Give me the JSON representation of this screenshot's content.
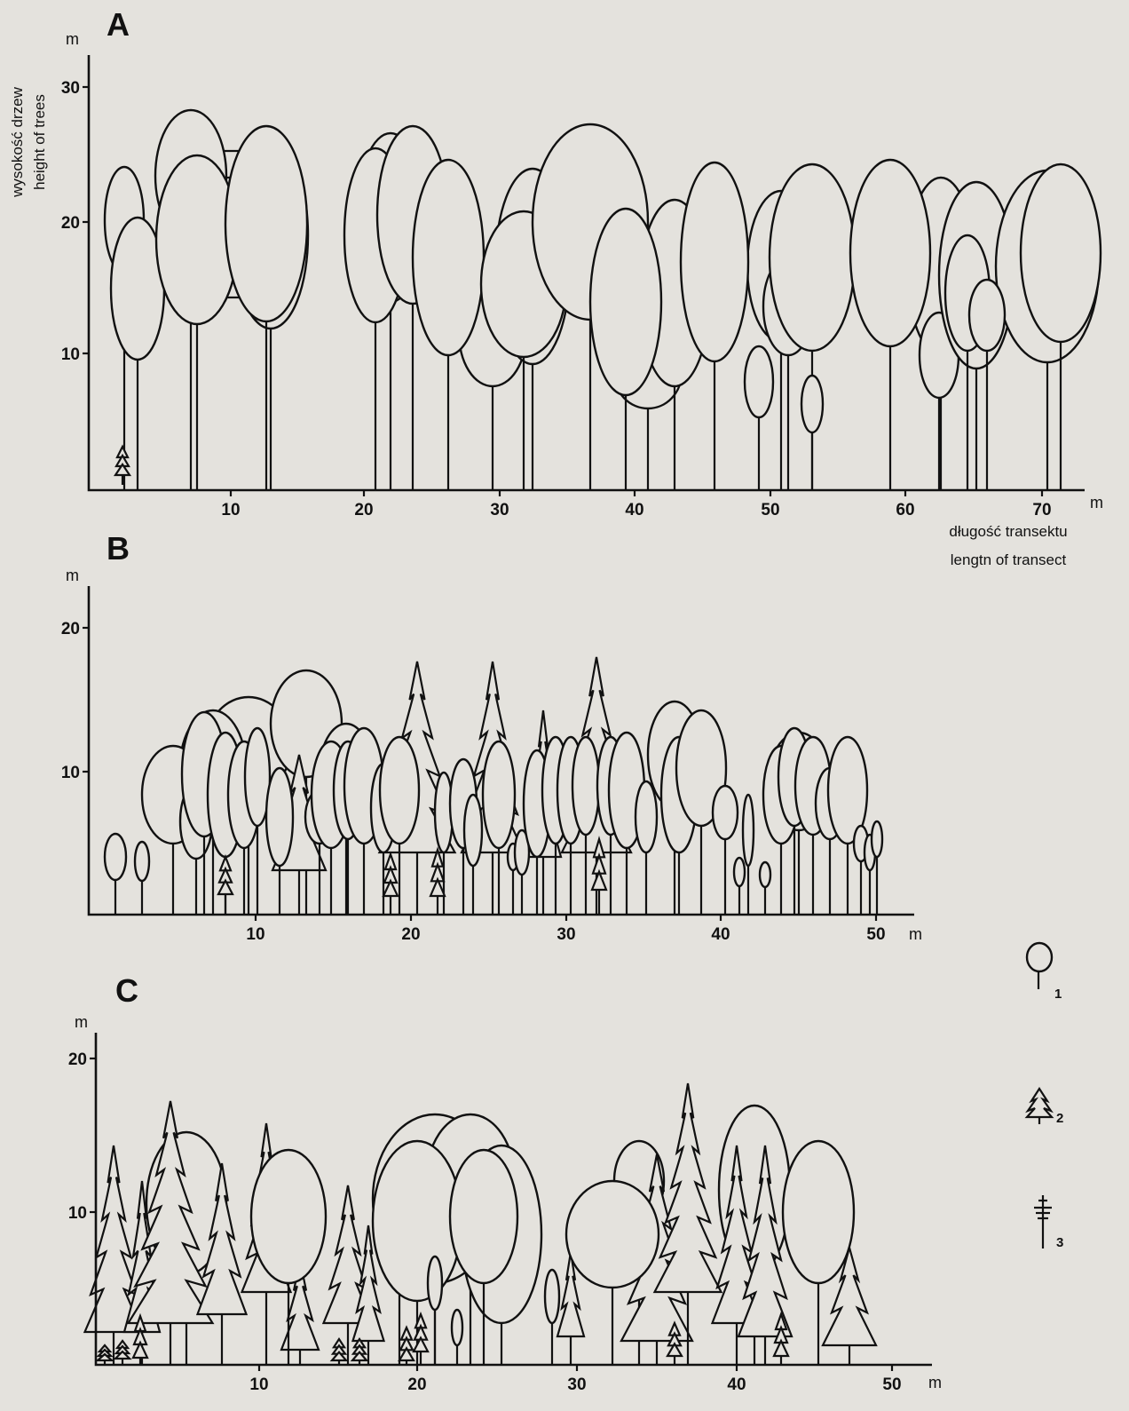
{
  "panels": [
    {
      "label": "A",
      "x_ticks": [
        "10",
        "20",
        "30",
        "40",
        "50",
        "60",
        "70"
      ],
      "y_ticks": [
        "10",
        "20",
        "30"
      ],
      "x_unit": "m",
      "y_unit": "m"
    },
    {
      "label": "B",
      "x_ticks": [
        "10",
        "20",
        "30",
        "40",
        "50"
      ],
      "y_ticks": [
        "10",
        "20"
      ],
      "x_unit": "m",
      "y_unit": "m"
    },
    {
      "label": "C",
      "x_ticks": [
        "10",
        "20",
        "30",
        "40",
        "50"
      ],
      "y_ticks": [
        "10",
        "20"
      ],
      "x_unit": "m",
      "y_unit": "m"
    }
  ],
  "y_axis_title": {
    "line1": "wysokość drzew",
    "line2": "height of trees"
  },
  "x_axis_title": {
    "line1": "długość transektu",
    "line2": "lengtn of transect"
  },
  "legend": [
    {
      "number": "1",
      "icon": "deciduous-tree-icon"
    },
    {
      "number": "2",
      "icon": "conifer-tree-icon"
    },
    {
      "number": "3",
      "icon": "dead-tree-icon"
    }
  ]
}
